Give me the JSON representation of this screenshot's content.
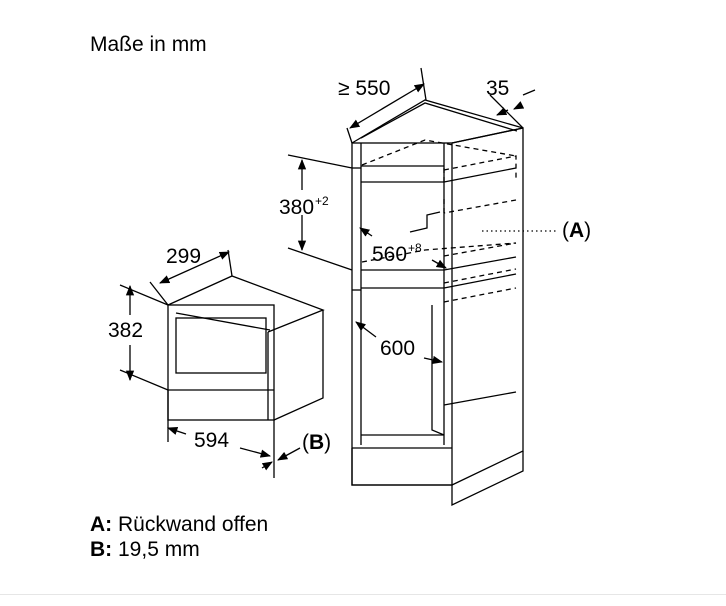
{
  "title": "Maße in mm",
  "dimensions": {
    "cabinet_depth": "≥ 550",
    "cabinet_side": "35",
    "niche_height": "380",
    "niche_height_tol": "+2",
    "niche_width": "560",
    "niche_width_tol": "+8",
    "cabinet_inner": "600",
    "appliance_height": "382",
    "appliance_depth": "299",
    "appliance_width": "594",
    "label_a_prefix": "(",
    "label_a": "A",
    "label_a_suffix": ")",
    "label_b_prefix": "(",
    "label_b": "B",
    "label_b_suffix": ")"
  },
  "legend": [
    {
      "key": "A:",
      "text": " Rückwand offen"
    },
    {
      "key": "B:",
      "text": " 19,5 mm"
    }
  ]
}
